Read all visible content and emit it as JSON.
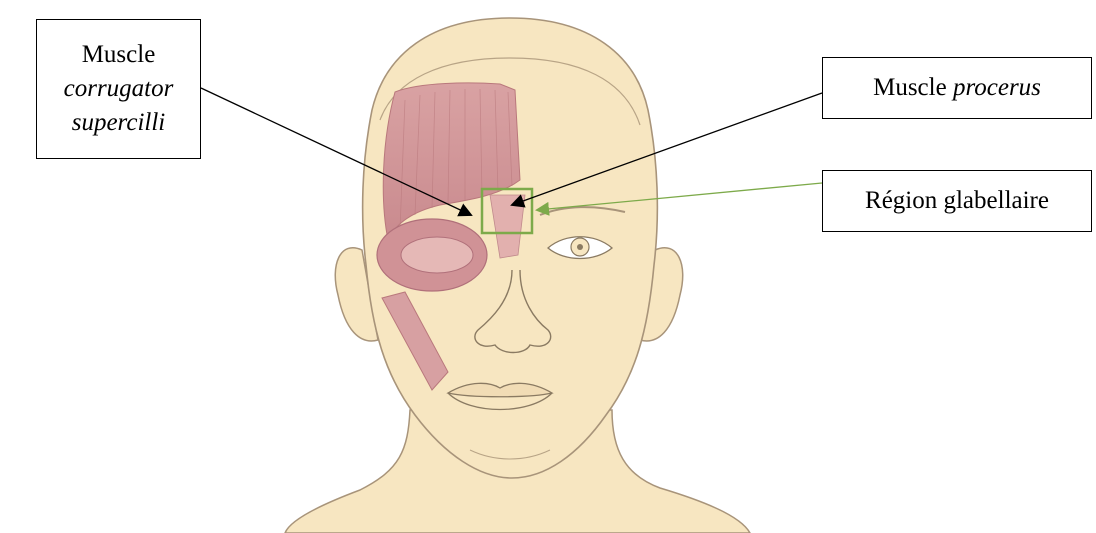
{
  "labels": {
    "corrugator": {
      "line1": "Muscle",
      "line2": "corrugator",
      "line3": "supercilli"
    },
    "procerus": {
      "prefix": "Muscle ",
      "name": "procerus"
    },
    "glabella": {
      "text": "Région glabellaire"
    }
  },
  "colors": {
    "skin": "#f7e6c1",
    "outline": "#a8947a",
    "muscle": "#d89a9c",
    "muscle_dark": "#b9787c",
    "glabella_box": "#7daa4a",
    "arrow_black": "#000000"
  }
}
